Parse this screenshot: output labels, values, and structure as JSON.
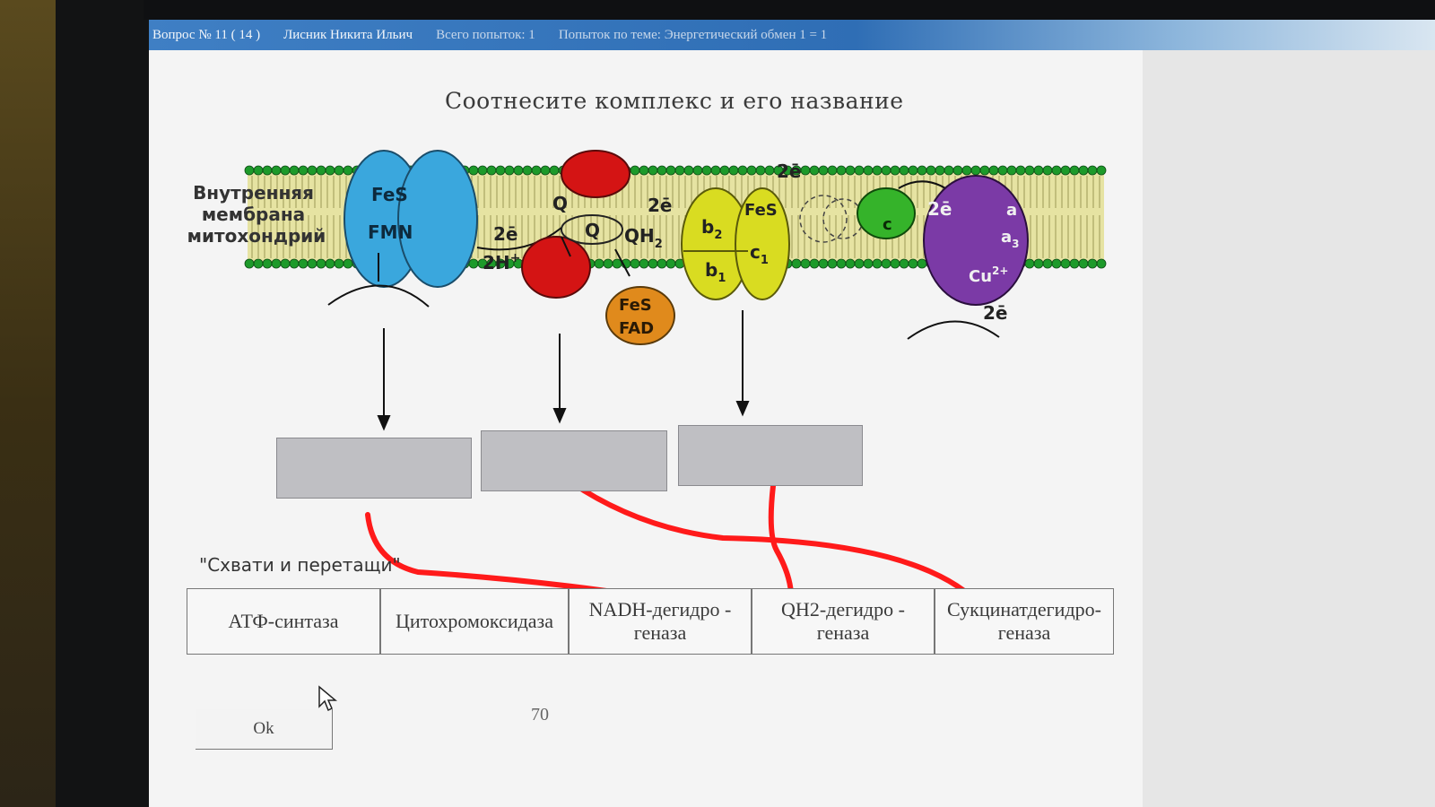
{
  "titlebar": {
    "question": "Вопрос № 11 ( 14 )",
    "user": "Лисник Никита Ильич",
    "attempts": "Всего попыток: 1",
    "topic": "Попыток по теме: Энергетический обмен 1 = 1"
  },
  "question": {
    "title": "Соотнесите комплекс и его название"
  },
  "diagram": {
    "membrane_label": [
      "Внутренняя",
      "мембрана",
      "митохондрий"
    ],
    "complex1": {
      "top": "FeS",
      "bottom": "FMN"
    },
    "q_top": "Q",
    "q_mid": "Q",
    "qh2": "QH",
    "qh2_sub": "2",
    "e_label": "2ē",
    "h_label": "2H",
    "h_sup": "+",
    "fad": {
      "top": "FeS",
      "bottom": "FAD"
    },
    "complex3": {
      "b2": "b",
      "b2_sub": "2",
      "b1": "b",
      "b1_sub": "1",
      "fes": "FeS",
      "c1": "c",
      "c1_sub": "1"
    },
    "cyt_c": "c",
    "complex4": {
      "a": "a",
      "a3": "a",
      "a3_sub": "3",
      "cu": "Cu",
      "cu_sup": "2+"
    }
  },
  "hint": "\"Схвати и перетащи\"",
  "options": [
    {
      "lines": [
        "АТФ-синтаза"
      ]
    },
    {
      "lines": [
        "Цитохромоксидаза"
      ]
    },
    {
      "lines": [
        "NADH-дегидро -",
        "геназа"
      ]
    },
    {
      "lines": [
        "QH2-дегидро -",
        "геназа"
      ]
    },
    {
      "lines": [
        "Сукцинатдегидро-",
        "геназа"
      ]
    }
  ],
  "ok_button": "Ok",
  "score": "70",
  "colors": {
    "complex1": "#3aa7dd",
    "complex2_red": "#d41414",
    "fad": "#e08a1c",
    "complex3": "#d9dc21",
    "cyt_c": "#35b32a",
    "complex4": "#7b3aa6",
    "membrane_band": "#e6e3a2",
    "lipid_heads": "#1d9a2a",
    "annotation_red": "#ff1a1a"
  }
}
